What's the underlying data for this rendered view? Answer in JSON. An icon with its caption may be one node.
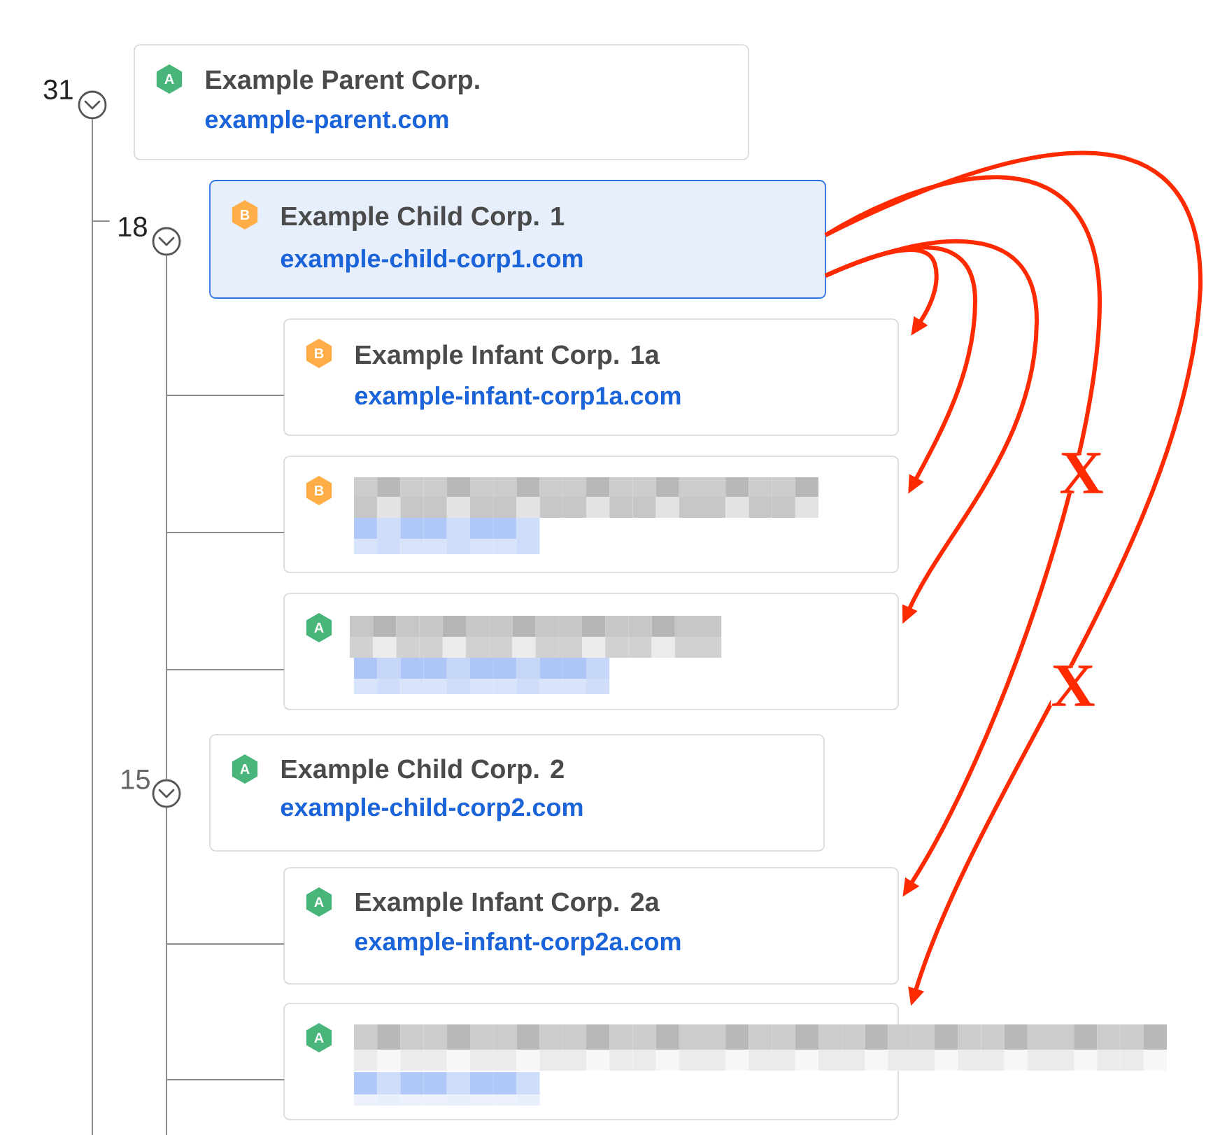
{
  "diagram": {
    "nodes": [
      {
        "text": [],
        "shape": "circle",
        "beside": [
          "31"
        ]
      },
      {
        "text": [
          "Example Parent Corp.",
          "example-parent.com"
        ]
      },
      {
        "text": [
          "A"
        ],
        "in": 1
      },
      {
        "text": [],
        "shape": "circle",
        "beside": [
          "18"
        ]
      },
      {
        "text": [
          "Example Child Corp. 1",
          "example-child-corp1.com"
        ]
      },
      {
        "text": [
          "B"
        ],
        "in": 4
      },
      {
        "text": [
          "Example Infant Corp. 1a",
          "example-infant-corp1a.com"
        ]
      },
      {
        "text": [
          "B"
        ],
        "in": 6
      },
      {
        "text": [],
        "shape": "box"
      },
      {
        "text": [
          "B"
        ],
        "in": 8
      },
      {
        "text": [],
        "shape": "box"
      },
      {
        "text": [
          "A"
        ],
        "in": 10
      },
      {
        "text": [],
        "shape": "circle",
        "beside": [
          "15"
        ]
      },
      {
        "text": [
          "Example Child Corp. 2",
          "example-child-corp2.com"
        ]
      },
      {
        "text": [
          "A"
        ],
        "in": 13
      },
      {
        "text": [
          "Example Infant Corp. 2a",
          "example-infant-corp2a.com"
        ]
      },
      {
        "text": [
          "A"
        ],
        "in": 15
      },
      {
        "text": [],
        "shape": "box"
      },
      {
        "text": [
          "A"
        ],
        "in": 17
      }
    ],
    "edges": [
      {
        "from": 0,
        "to": 3,
        "arrow": "none"
      },
      {
        "from": 0,
        "to": null,
        "arrow": "none"
      },
      {
        "from": 3,
        "to": 6,
        "arrow": "none"
      },
      {
        "from": 3,
        "to": 8,
        "arrow": "none"
      },
      {
        "from": 3,
        "to": 10,
        "arrow": "none"
      },
      {
        "from": 3,
        "to": 12,
        "arrow": "none"
      },
      {
        "from": 12,
        "to": 15,
        "arrow": "none"
      },
      {
        "from": 12,
        "to": 17,
        "arrow": "none"
      },
      {
        "from": 12,
        "to": null,
        "arrow": "none"
      },
      {
        "from": 4,
        "to": 6,
        "arrow": "to",
        "style": "thick",
        "color": "#ff2a00"
      },
      {
        "from": 4,
        "to": 8,
        "arrow": "to",
        "style": "thick",
        "color": "#ff2a00"
      },
      {
        "from": 4,
        "to": 10,
        "arrow": "to",
        "style": "thick",
        "color": "#ff2a00"
      },
      {
        "from": 4,
        "to": 15,
        "arrow": "to",
        "style": "thick",
        "color": "#ff2a00",
        "label": "X"
      },
      {
        "from": 4,
        "to": 17,
        "arrow": "to",
        "style": "thick",
        "color": "#ff2a00",
        "label": "X"
      }
    ]
  }
}
